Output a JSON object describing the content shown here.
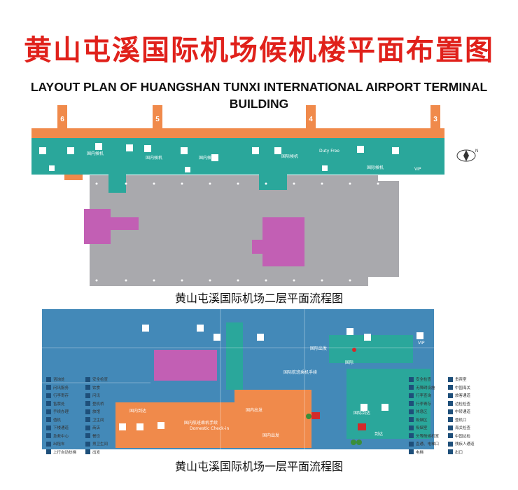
{
  "title": {
    "cn": "黄山屯溪国际机场候机楼平面布置图",
    "en": "LAYOUT PLAN OF HUANGSHAN TUNXI INTERNATIONAL AIRPORT TERMINAL BUILDING"
  },
  "colors": {
    "title_red": "#e0211b",
    "orange": "#f08a4b",
    "teal": "#2aa79b",
    "blue": "#4389b8",
    "gray": "#a9a9ad",
    "magenta": "#c25fb4",
    "red_marker": "#d32a2a",
    "green_marker": "#3a8f3a"
  },
  "north": {
    "label": "N"
  },
  "floor2": {
    "caption": "黄山屯溪国际机场二层平面流程图",
    "gates": [
      "6",
      "5",
      "4",
      "3"
    ],
    "labels": {
      "domestic_waiting_1": "国内候机",
      "domestic_waiting_2": "国内候机",
      "domestic_waiting_3": "国内候机",
      "intl_waiting": "国际候机",
      "duty_free": "Duty Free",
      "intl_waiting_2": "国际候机",
      "vip": "VIP"
    }
  },
  "floor1": {
    "caption": "黄山屯溪国际机场一层平面流程图",
    "labels": {
      "intl_departure": "国际出发",
      "intl_checkin": "国际航班乘机手续",
      "domestic_arrival": "国内到达",
      "domestic_checkin": "国内航班乘机手续",
      "domestic_checkin_en": "Domestic Check-in",
      "domestic_departure": "国内出发",
      "domestic_departure_2": "国内出发",
      "intl_arrival": "国际到达",
      "arrival": "到达",
      "vip": "VIP",
      "intl": "国际"
    }
  },
  "legend_left": [
    "咨询处",
    "问讯服务",
    "行李寄存",
    "售票处",
    "手续办理",
    "值机",
    "下楼通道",
    "急救中心",
    "出租车",
    "上行自动扶梯",
    "安全检查",
    "饮食",
    "问讯",
    "登机桥",
    "旅馆",
    "卫生间",
    "商店",
    "餐饮",
    "男卫生间",
    "出发"
  ],
  "legend_right": [
    "安全检查",
    "无障碍设施",
    "行李查询",
    "行李寄存",
    "休息区",
    "吸烟区",
    "吸烟室",
    "头等舱候机室",
    "直通、电梯口",
    "电梯",
    "贵宾室",
    "中国海关",
    "旅客通道",
    "边检检查",
    "中转通道",
    "登机口",
    "海关检查",
    "中国边检",
    "残疾人通道",
    "出口"
  ]
}
